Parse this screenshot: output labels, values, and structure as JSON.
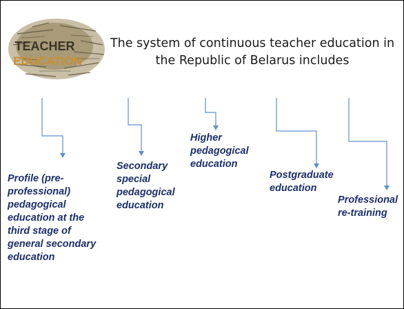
{
  "slide": {
    "title": "The system of continuous teacher education in the Republic of Belarus includes",
    "logo": {
      "word1": "TEACHER",
      "word2": "EDUCATION"
    },
    "items": [
      {
        "label": "Profile (pre-\nprofessional)\npedagogical\neducation at the\nthird stage of\ngeneral secondary\neducation"
      },
      {
        "label": "Secondary\nspecial\npedagogical\neducation"
      },
      {
        "label": "Higher\npedagogical\neducation"
      },
      {
        "label": "Postgraduate\neducation"
      },
      {
        "label": "Professional\nre-training"
      }
    ]
  },
  "colors": {
    "connector": "#5b8fc9",
    "label_text": "#1b2f6b",
    "title_text": "#1a1a1a"
  }
}
